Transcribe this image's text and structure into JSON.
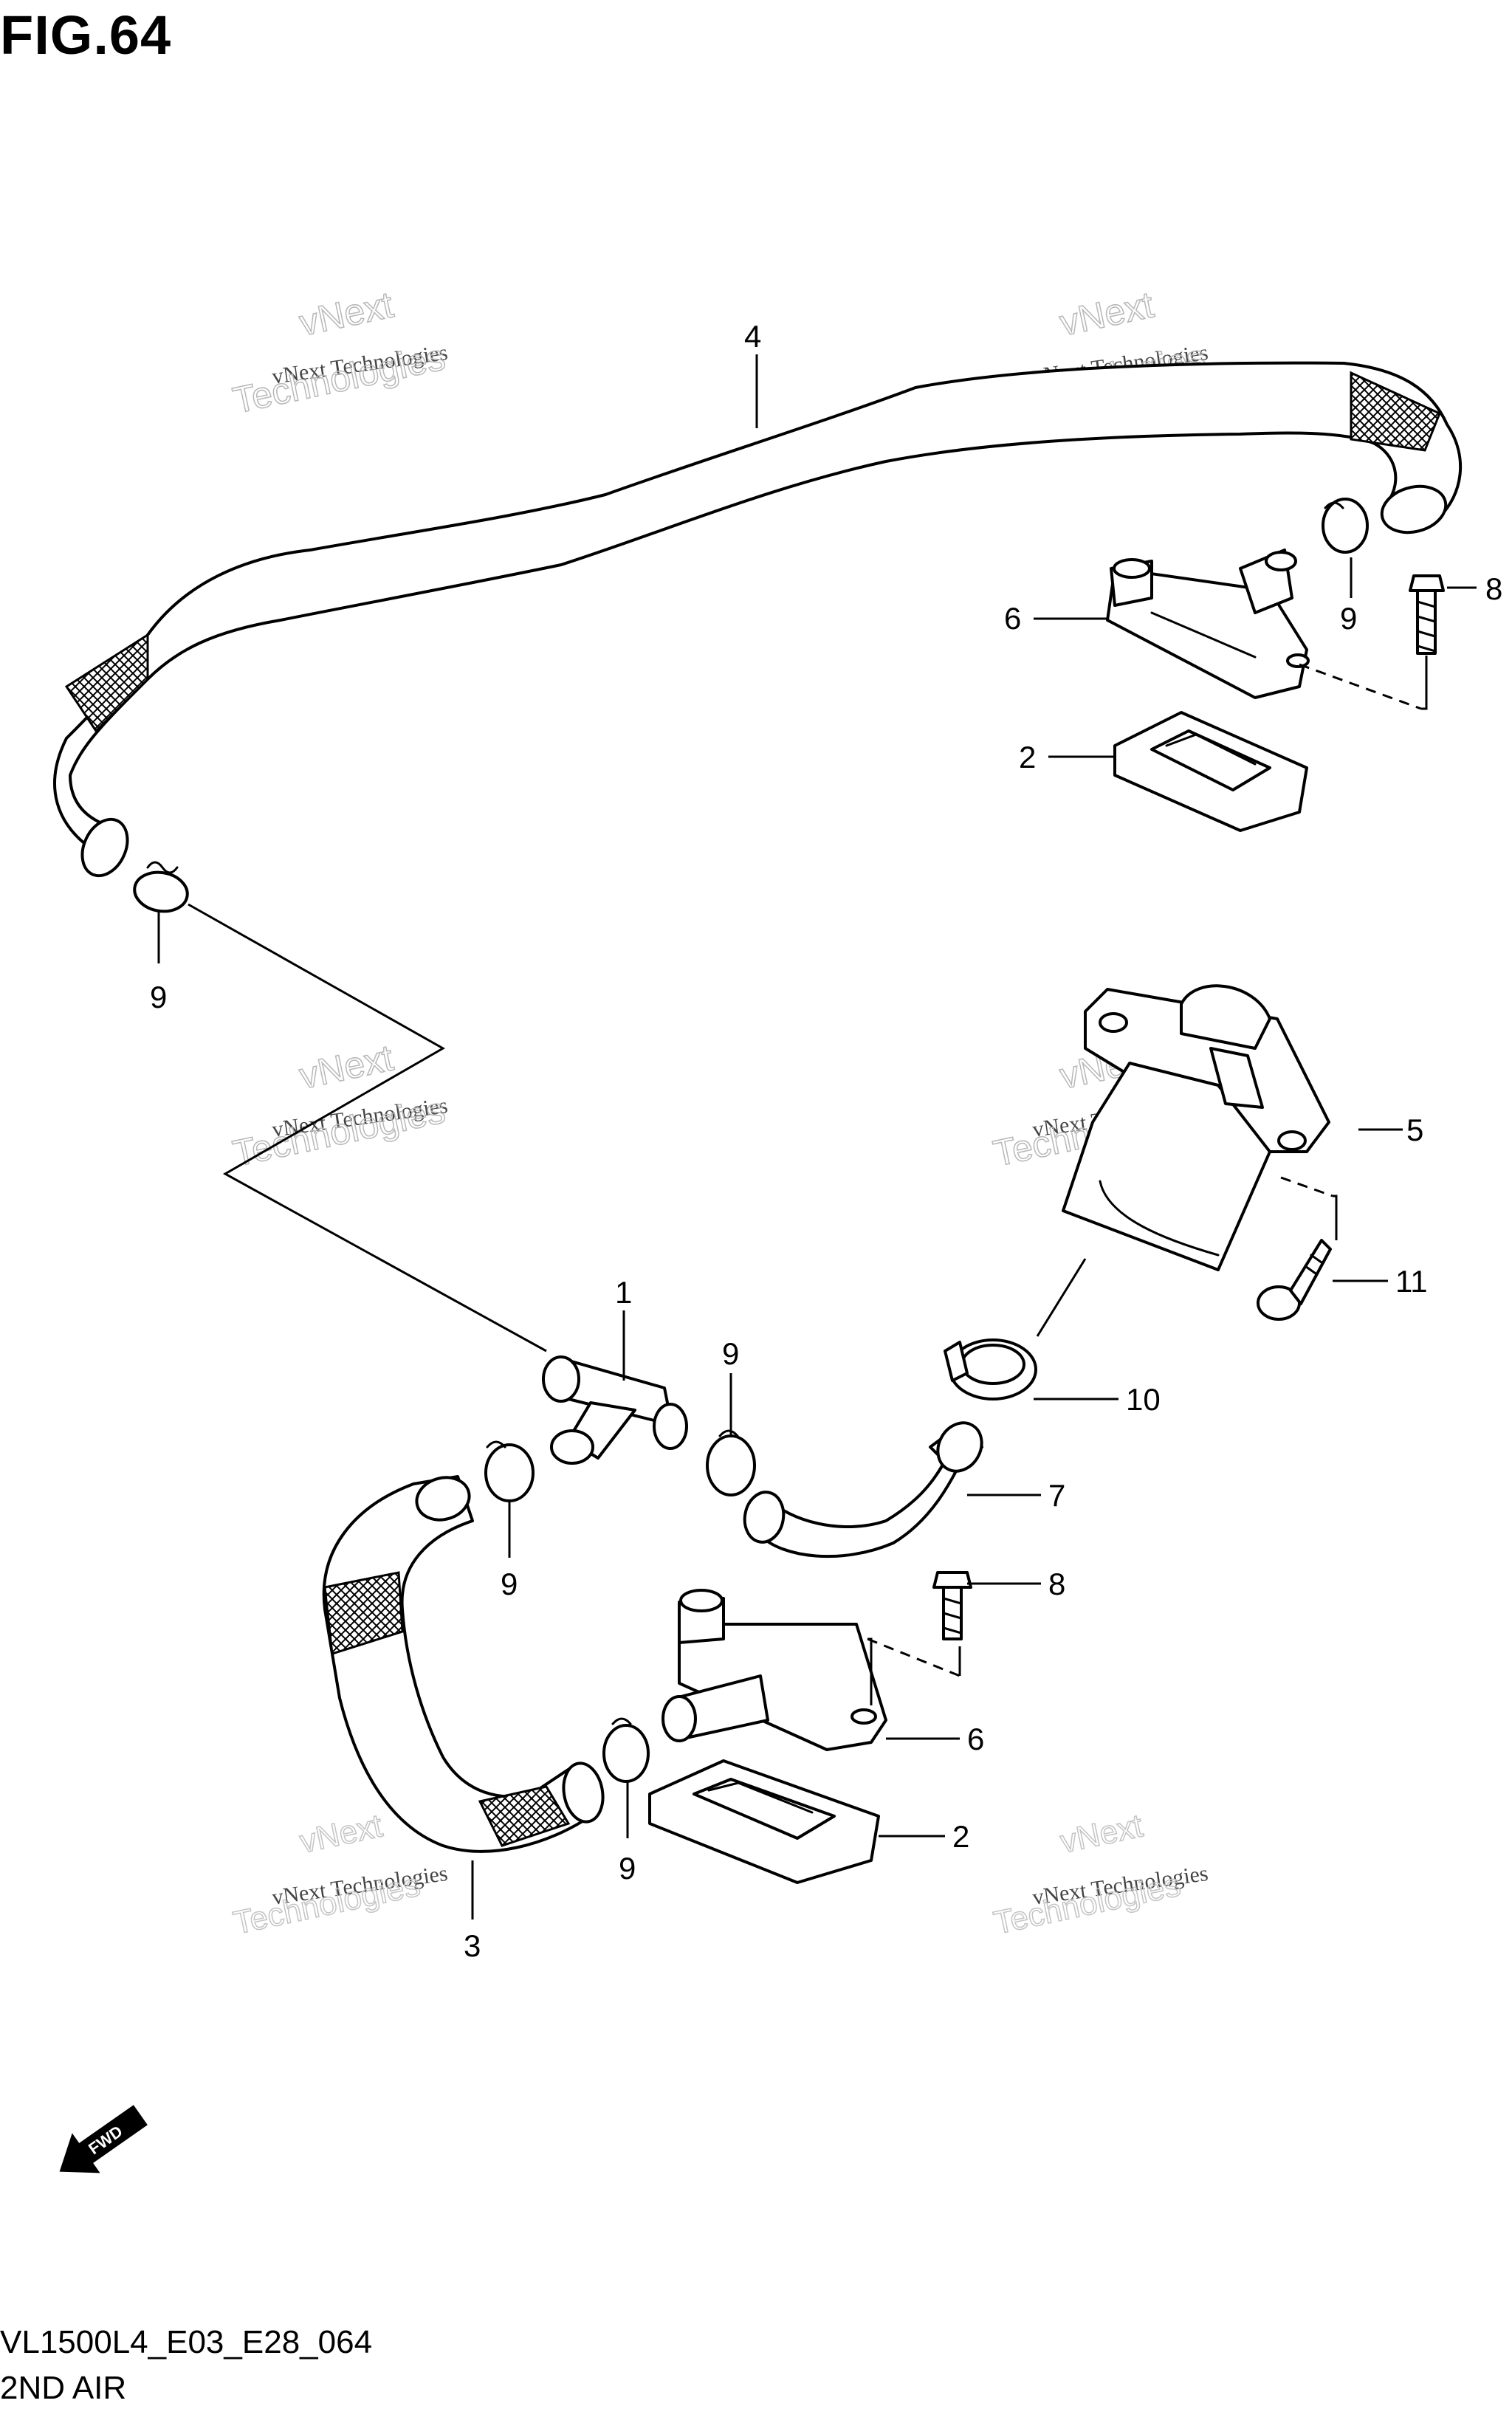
{
  "title": "FIG.64",
  "footer": {
    "code": "VL1500L4_E03_E28_064",
    "name": "2ND AIR"
  },
  "watermark": {
    "line1": "vNext Technologies",
    "big1": "vNext",
    "big2": "Technologies"
  },
  "fwd_label": "FWD",
  "callouts": {
    "c1": "1",
    "c2a": "2",
    "c2b": "2",
    "c3": "3",
    "c4": "4",
    "c5": "5",
    "c6a": "6",
    "c6b": "6",
    "c7": "7",
    "c8a": "8",
    "c8b": "8",
    "c9a": "9",
    "c9b": "9",
    "c9c": "9",
    "c9d": "9",
    "c9e": "9",
    "c10": "10",
    "c11": "11"
  }
}
